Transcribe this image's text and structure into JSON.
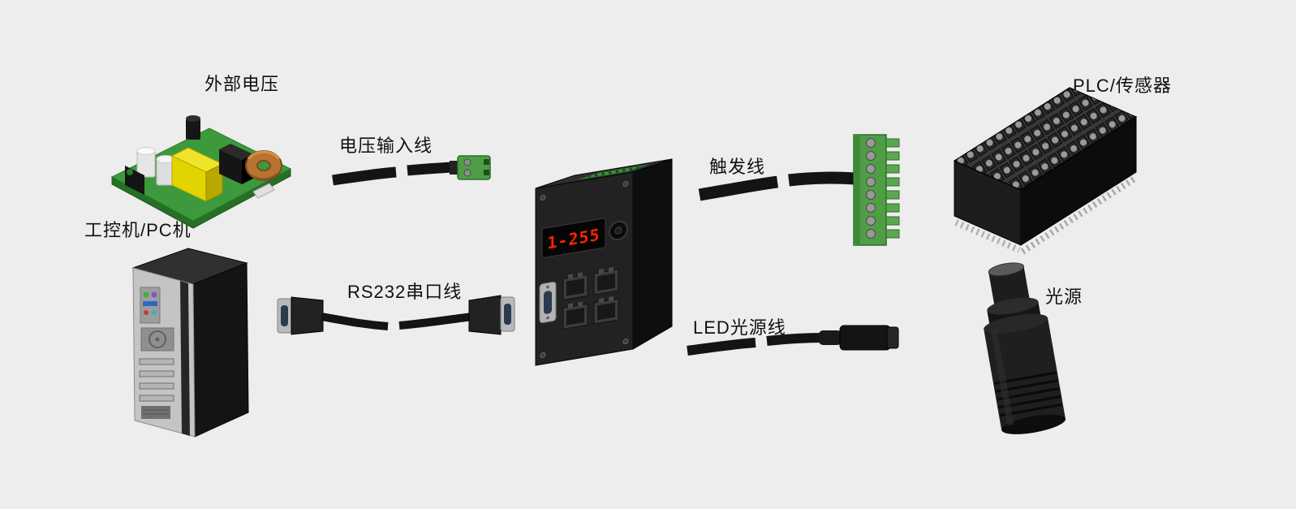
{
  "background_color": "#ededed",
  "labels": {
    "external_voltage": "外部电压",
    "voltage_input_cable": "电压输入线",
    "industrial_pc": "工控机/PC机",
    "rs232_serial_cable": "RS232串口线",
    "trigger_cable": "触发线",
    "led_light_cable": "LED光源线",
    "plc_sensor": "PLC/传感器",
    "light_source": "光源"
  },
  "controller": {
    "display_value": "1-255"
  },
  "colors": {
    "background": "#ededed",
    "pcb_green": "#3c9a3c",
    "terminal_green": "#4f9e46",
    "cable_black": "#141414",
    "led_display_red": "#ff2400",
    "enclosure_black": "#202020",
    "transformer_yellow": "#e3d400",
    "toroid_copper": "#b87333"
  }
}
